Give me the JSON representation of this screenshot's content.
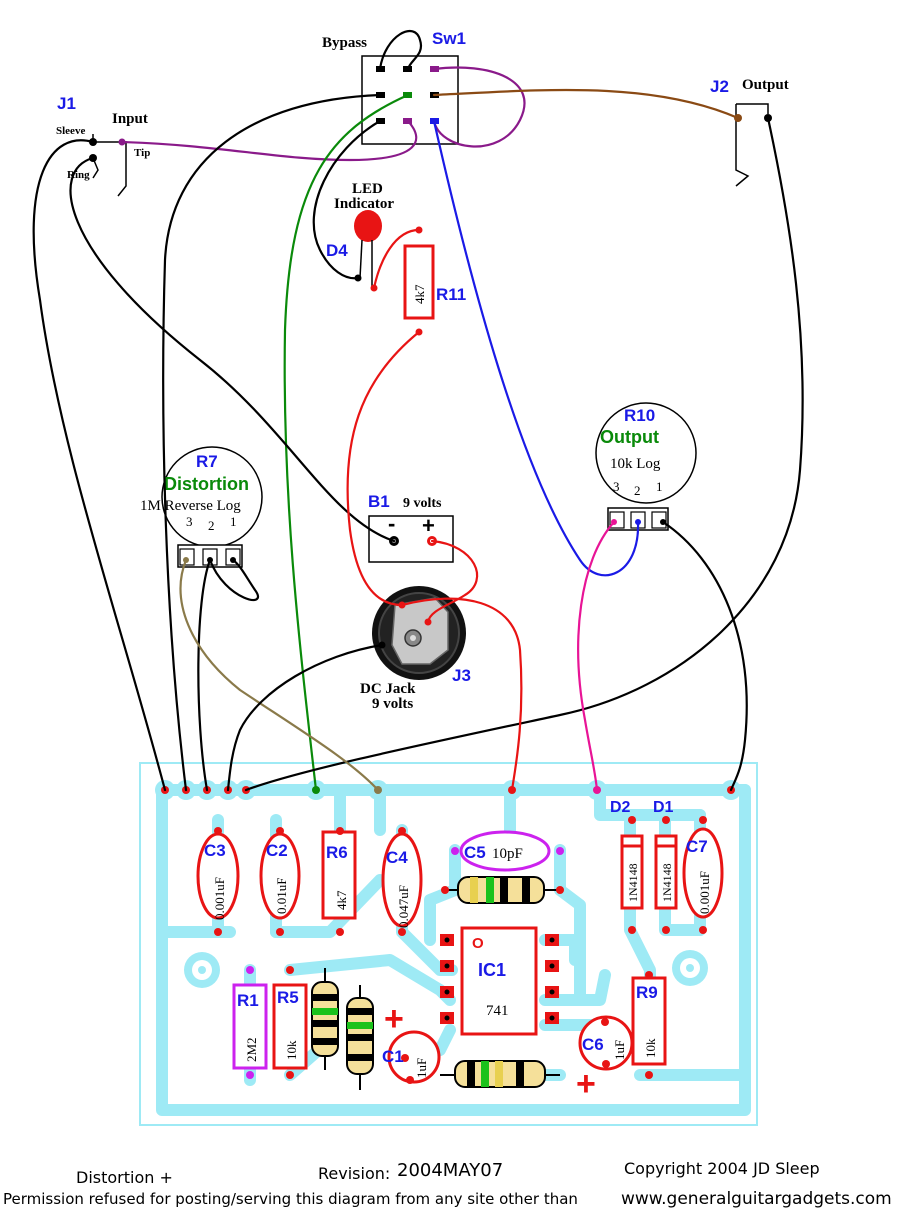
{
  "switch": {
    "ref": "Sw1",
    "bypass_label": "Bypass"
  },
  "input_jack": {
    "ref": "J1",
    "title": "Input",
    "sleeve": "Sleeve",
    "tip": "Tip",
    "ring": "Ring"
  },
  "output_jack": {
    "ref": "J2",
    "title": "Output"
  },
  "led": {
    "title_line1": "LED",
    "title_line2": "Indicator",
    "ref": "D4"
  },
  "r11": {
    "ref": "R11",
    "value": "4k7"
  },
  "r10": {
    "ref": "R10",
    "name": "Output",
    "value": "10k Log",
    "pins": [
      "3",
      "2",
      "1"
    ]
  },
  "r7": {
    "ref": "R7",
    "name": "Distortion",
    "value": "1M Reverse Log",
    "pins": [
      "3",
      "2",
      "1"
    ]
  },
  "battery": {
    "ref": "B1",
    "label": "9 volts",
    "minus": "-",
    "plus": "+"
  },
  "dc_jack": {
    "ref": "J3",
    "line1": "DC Jack",
    "line2": "9 volts"
  },
  "board": {
    "c3": {
      "ref": "C3",
      "value": "0.001uF"
    },
    "c2": {
      "ref": "C2",
      "value": "0.01uF"
    },
    "r6": {
      "ref": "R6",
      "value": "4k7"
    },
    "c4": {
      "ref": "C4",
      "value": "0.047uF"
    },
    "c5": {
      "ref": "C5",
      "value": "10pF"
    },
    "d2": {
      "ref": "D2",
      "value": "1N4148"
    },
    "d1": {
      "ref": "D1",
      "value": "1N4148"
    },
    "c7": {
      "ref": "C7",
      "value": "0.001uF"
    },
    "ic1": {
      "ref": "IC1",
      "value": "741",
      "pin1_mark": "O"
    },
    "r1": {
      "ref": "R1",
      "value": "2M2"
    },
    "r5": {
      "ref": "R5",
      "value": "10k"
    },
    "c1": {
      "ref": "C1",
      "value": "1uF",
      "polarity": "+"
    },
    "c6": {
      "ref": "C6",
      "value": "1uF",
      "polarity": "+"
    },
    "r9": {
      "ref": "R9",
      "value": "10k"
    }
  },
  "footer": {
    "project": "Distortion +",
    "revision_label": "Revision:",
    "revision": "2004MAY07",
    "copyright": "Copyright  2004  JD Sleep",
    "permission": "Permission refused for posting/serving this diagram from any site other than",
    "site": "www.generalguitargadgets.com"
  },
  "colors": {
    "board": "#9eeaf5",
    "pad": "#e81414",
    "label_blue": "#1a1ae6",
    "label_green": "#0a8a0a",
    "wire_purple": "#8a1a8a",
    "wire_brown": "#8a4a14",
    "wire_green": "#0a8a0a",
    "wire_blue": "#1a1ae6",
    "wire_red": "#e81414",
    "wire_magenta": "#e81496",
    "wire_olive": "#8a7a4a"
  }
}
